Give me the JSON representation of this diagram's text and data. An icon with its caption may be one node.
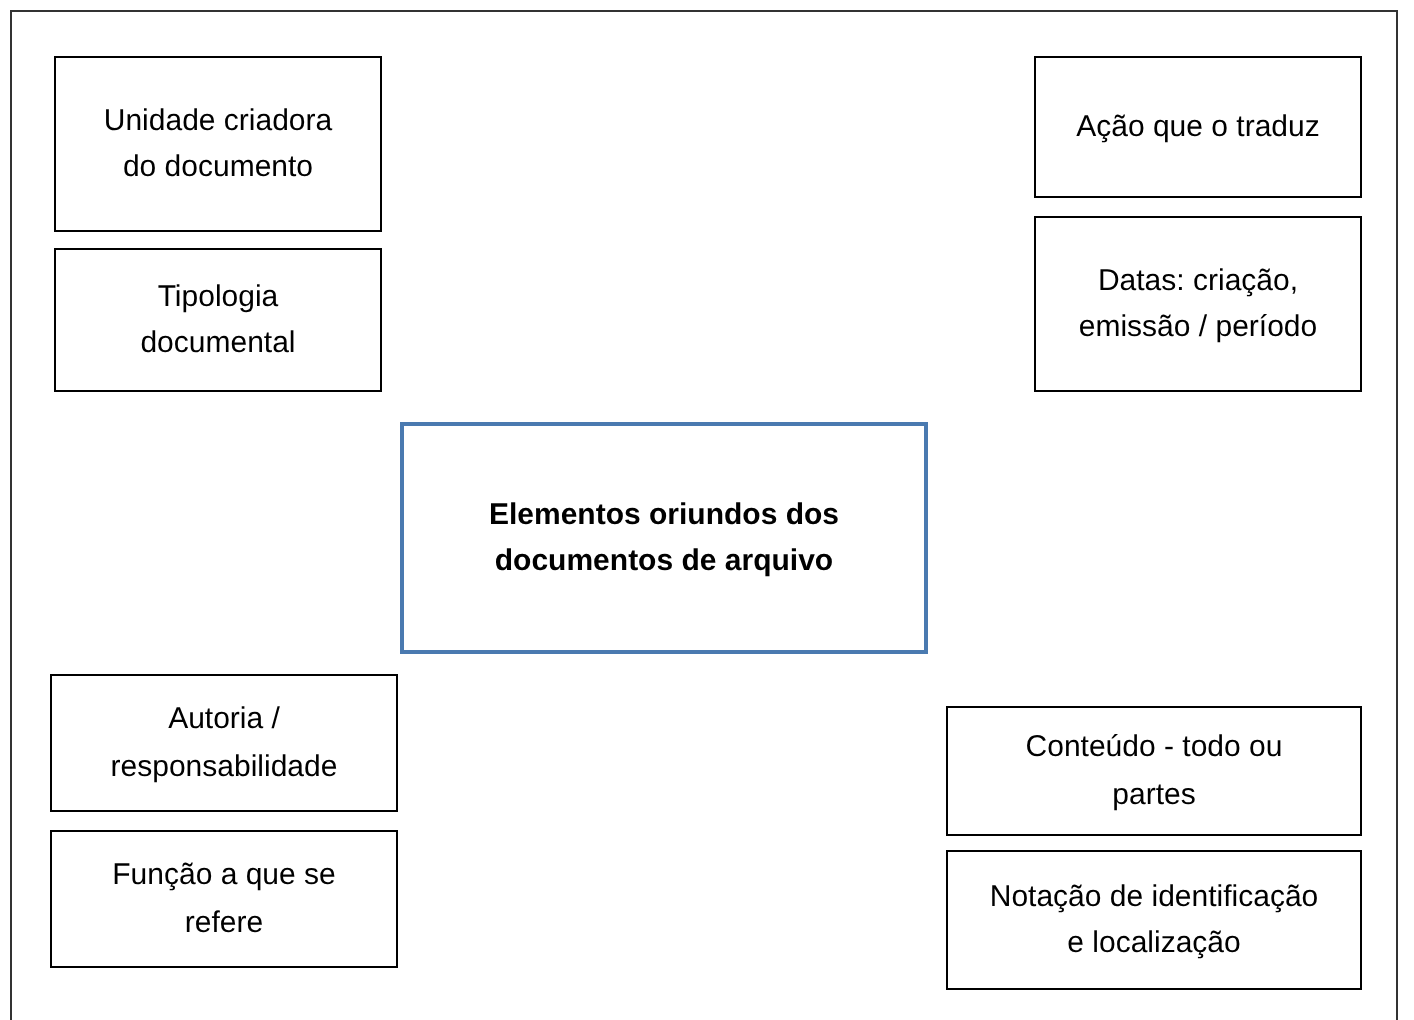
{
  "diagram": {
    "nodes": [
      {
        "text": [
          "Unidade criadora do documento"
        ]
      },
      {
        "text": [
          "Ação que o traduz"
        ]
      },
      {
        "text": [
          "Tipologia documental"
        ]
      },
      {
        "text": [
          "Datas: criação, emissão / período"
        ]
      },
      {
        "text": [
          "Elementos oriundos dos documentos de arquivo"
        ]
      },
      {
        "text": [
          "Autoria / responsabilidade"
        ]
      },
      {
        "text": [
          "Conteúdo - todo ou partes"
        ]
      },
      {
        "text": [
          "Função a que se refere"
        ]
      },
      {
        "text": [
          "Notação de identificação e localização"
        ]
      }
    ]
  }
}
